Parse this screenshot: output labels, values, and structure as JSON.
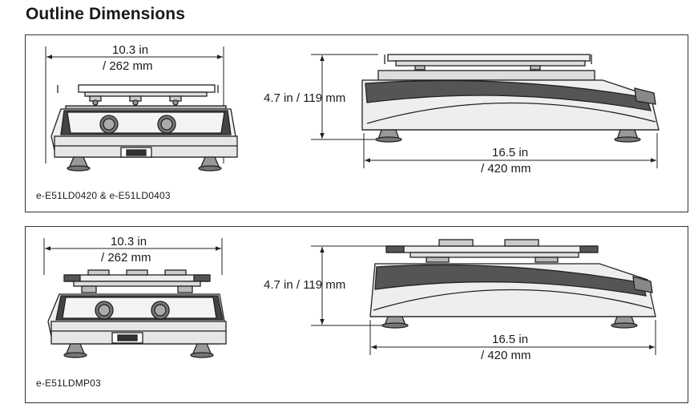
{
  "page_title": "Outline Dimensions",
  "panels": [
    {
      "model_label": "e-E51LD0420 & e-E51LD0403",
      "width_in": "10.3 in",
      "width_mm": "/ 262 mm",
      "height_label": "4.7 in / 119 mm",
      "depth_in": "16.5 in",
      "depth_mm": "/ 420 mm"
    },
    {
      "model_label": "e-E51LDMP03",
      "width_in": "10.3 in",
      "width_mm": "/ 262 mm",
      "height_label": "4.7 in / 119 mm",
      "depth_in": "16.5 in",
      "depth_mm": "/ 420 mm"
    }
  ]
}
